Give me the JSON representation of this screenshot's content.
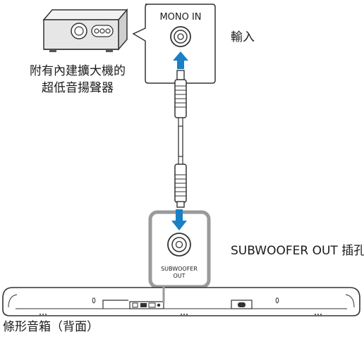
{
  "subwoofer": {
    "label_line1": "附有內建擴大機的",
    "label_line2": "超低音揚聲器"
  },
  "mono_in": {
    "title": "MONO IN",
    "caption": "輸入"
  },
  "soundbar_jack": {
    "panel_label_line1": "SUBWOOFER",
    "panel_label_line2": "OUT",
    "caption": "SUBWOOFER OUT 插孔"
  },
  "soundbar": {
    "caption": "條形音箱（背面）"
  },
  "colors": {
    "arrow": "#1a7fc4",
    "panel_border": "#9a9a9a",
    "device_fill": "#e6e6e6",
    "outline": "#333333"
  }
}
